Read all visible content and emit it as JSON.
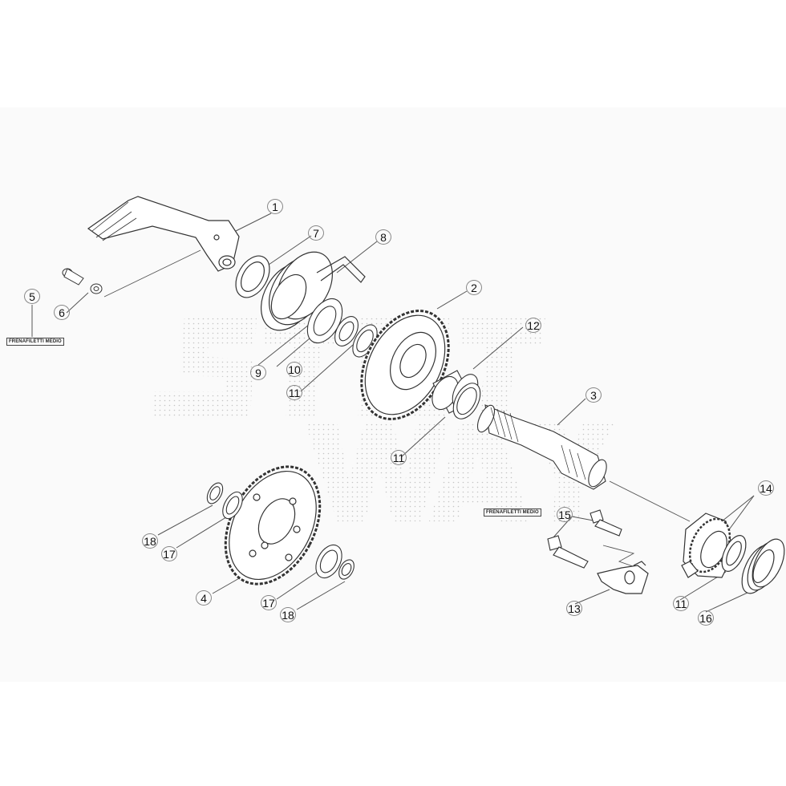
{
  "notes": {
    "left": "FRENAFILETTI MEDIO",
    "right": "FRENAFILETTI MEDIO"
  },
  "callouts": {
    "c1": "1",
    "c2": "2",
    "c3": "3",
    "c4": "4",
    "c5": "5",
    "c6": "6",
    "c7": "7",
    "c8": "8",
    "c9": "9",
    "c10": "10",
    "c11a": "11",
    "c11b": "11",
    "c11c": "11",
    "c12": "12",
    "c13": "13",
    "c14": "14",
    "c15": "15",
    "c16": "16",
    "c17a": "17",
    "c17b": "17",
    "c18a": "18",
    "c18b": "18"
  },
  "colors": {
    "yellow_hint": "#e6d400",
    "cyan_hint": "#58c9e6",
    "green_hint": "#2f9a3a",
    "line": "#555555"
  }
}
